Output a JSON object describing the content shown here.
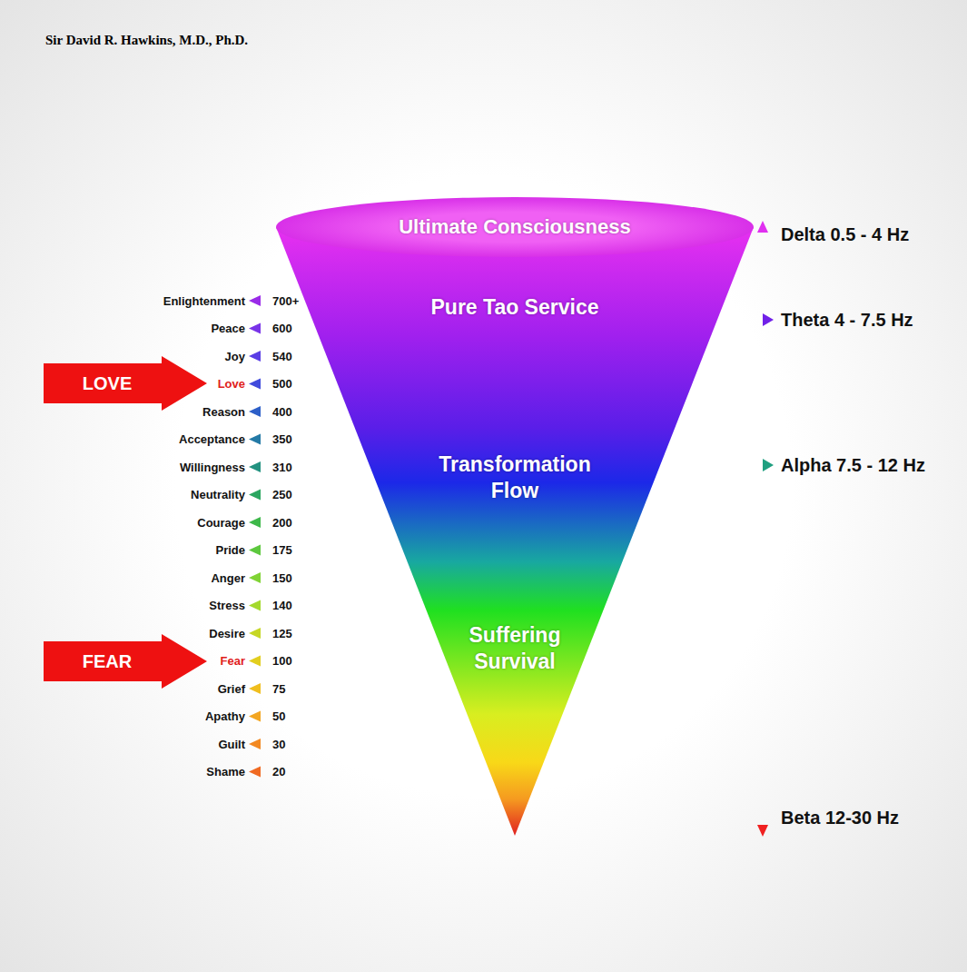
{
  "diagram": {
    "title": "Sir David R. Hawkins, M.D., Ph.D.",
    "nodes": [
      {
        "text": [
          "Ultimate Consciousness",
          "Pure Tao Service",
          "Transformation Flow",
          "Suffering Survival"
        ]
      },
      {
        "text": [
          "LOVE"
        ]
      },
      {
        "text": [
          "FEAR"
        ]
      }
    ],
    "labels": [
      "Enlightenment",
      "700+",
      "Peace",
      "600",
      "Joy",
      "540",
      "Love",
      "500",
      "Reason",
      "400",
      "Acceptance",
      "350",
      "Willingness",
      "310",
      "Neutrality",
      "250",
      "Courage",
      "200",
      "Pride",
      "175",
      "Anger",
      "150",
      "Stress",
      "140",
      "Desire",
      "125",
      "Fear",
      "100",
      "Grief",
      "75",
      "Apathy",
      "50",
      "Guilt",
      "30",
      "Shame",
      "20",
      "Delta 0.5 - 4 Hz",
      "Theta 4 - 7.5 Hz",
      "Alpha 7.5 - 12 Hz",
      "Beta 12-30 Hz"
    ]
  }
}
